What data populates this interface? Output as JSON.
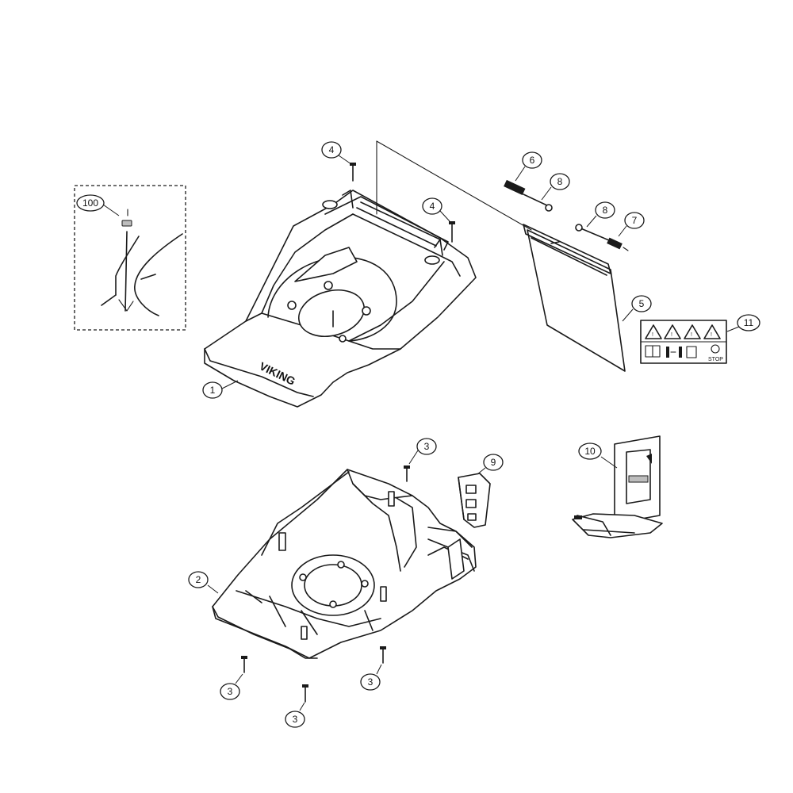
{
  "diagram": {
    "brand_text": "VIKING",
    "callouts": [
      {
        "id": "c100",
        "label": "100"
      },
      {
        "id": "c4a",
        "label": "4"
      },
      {
        "id": "c4b",
        "label": "4"
      },
      {
        "id": "c1",
        "label": "1"
      },
      {
        "id": "c6",
        "label": "6"
      },
      {
        "id": "c8a",
        "label": "8"
      },
      {
        "id": "c8b",
        "label": "8"
      },
      {
        "id": "c7",
        "label": "7"
      },
      {
        "id": "c5",
        "label": "5"
      },
      {
        "id": "c11",
        "label": "11"
      },
      {
        "id": "c3a",
        "label": "3"
      },
      {
        "id": "c9",
        "label": "9"
      },
      {
        "id": "c10",
        "label": "10"
      },
      {
        "id": "c2",
        "label": "2"
      },
      {
        "id": "c3b",
        "label": "3"
      },
      {
        "id": "c3c",
        "label": "3"
      },
      {
        "id": "c3d",
        "label": "3"
      }
    ],
    "decal_stop_text": "STOP"
  }
}
